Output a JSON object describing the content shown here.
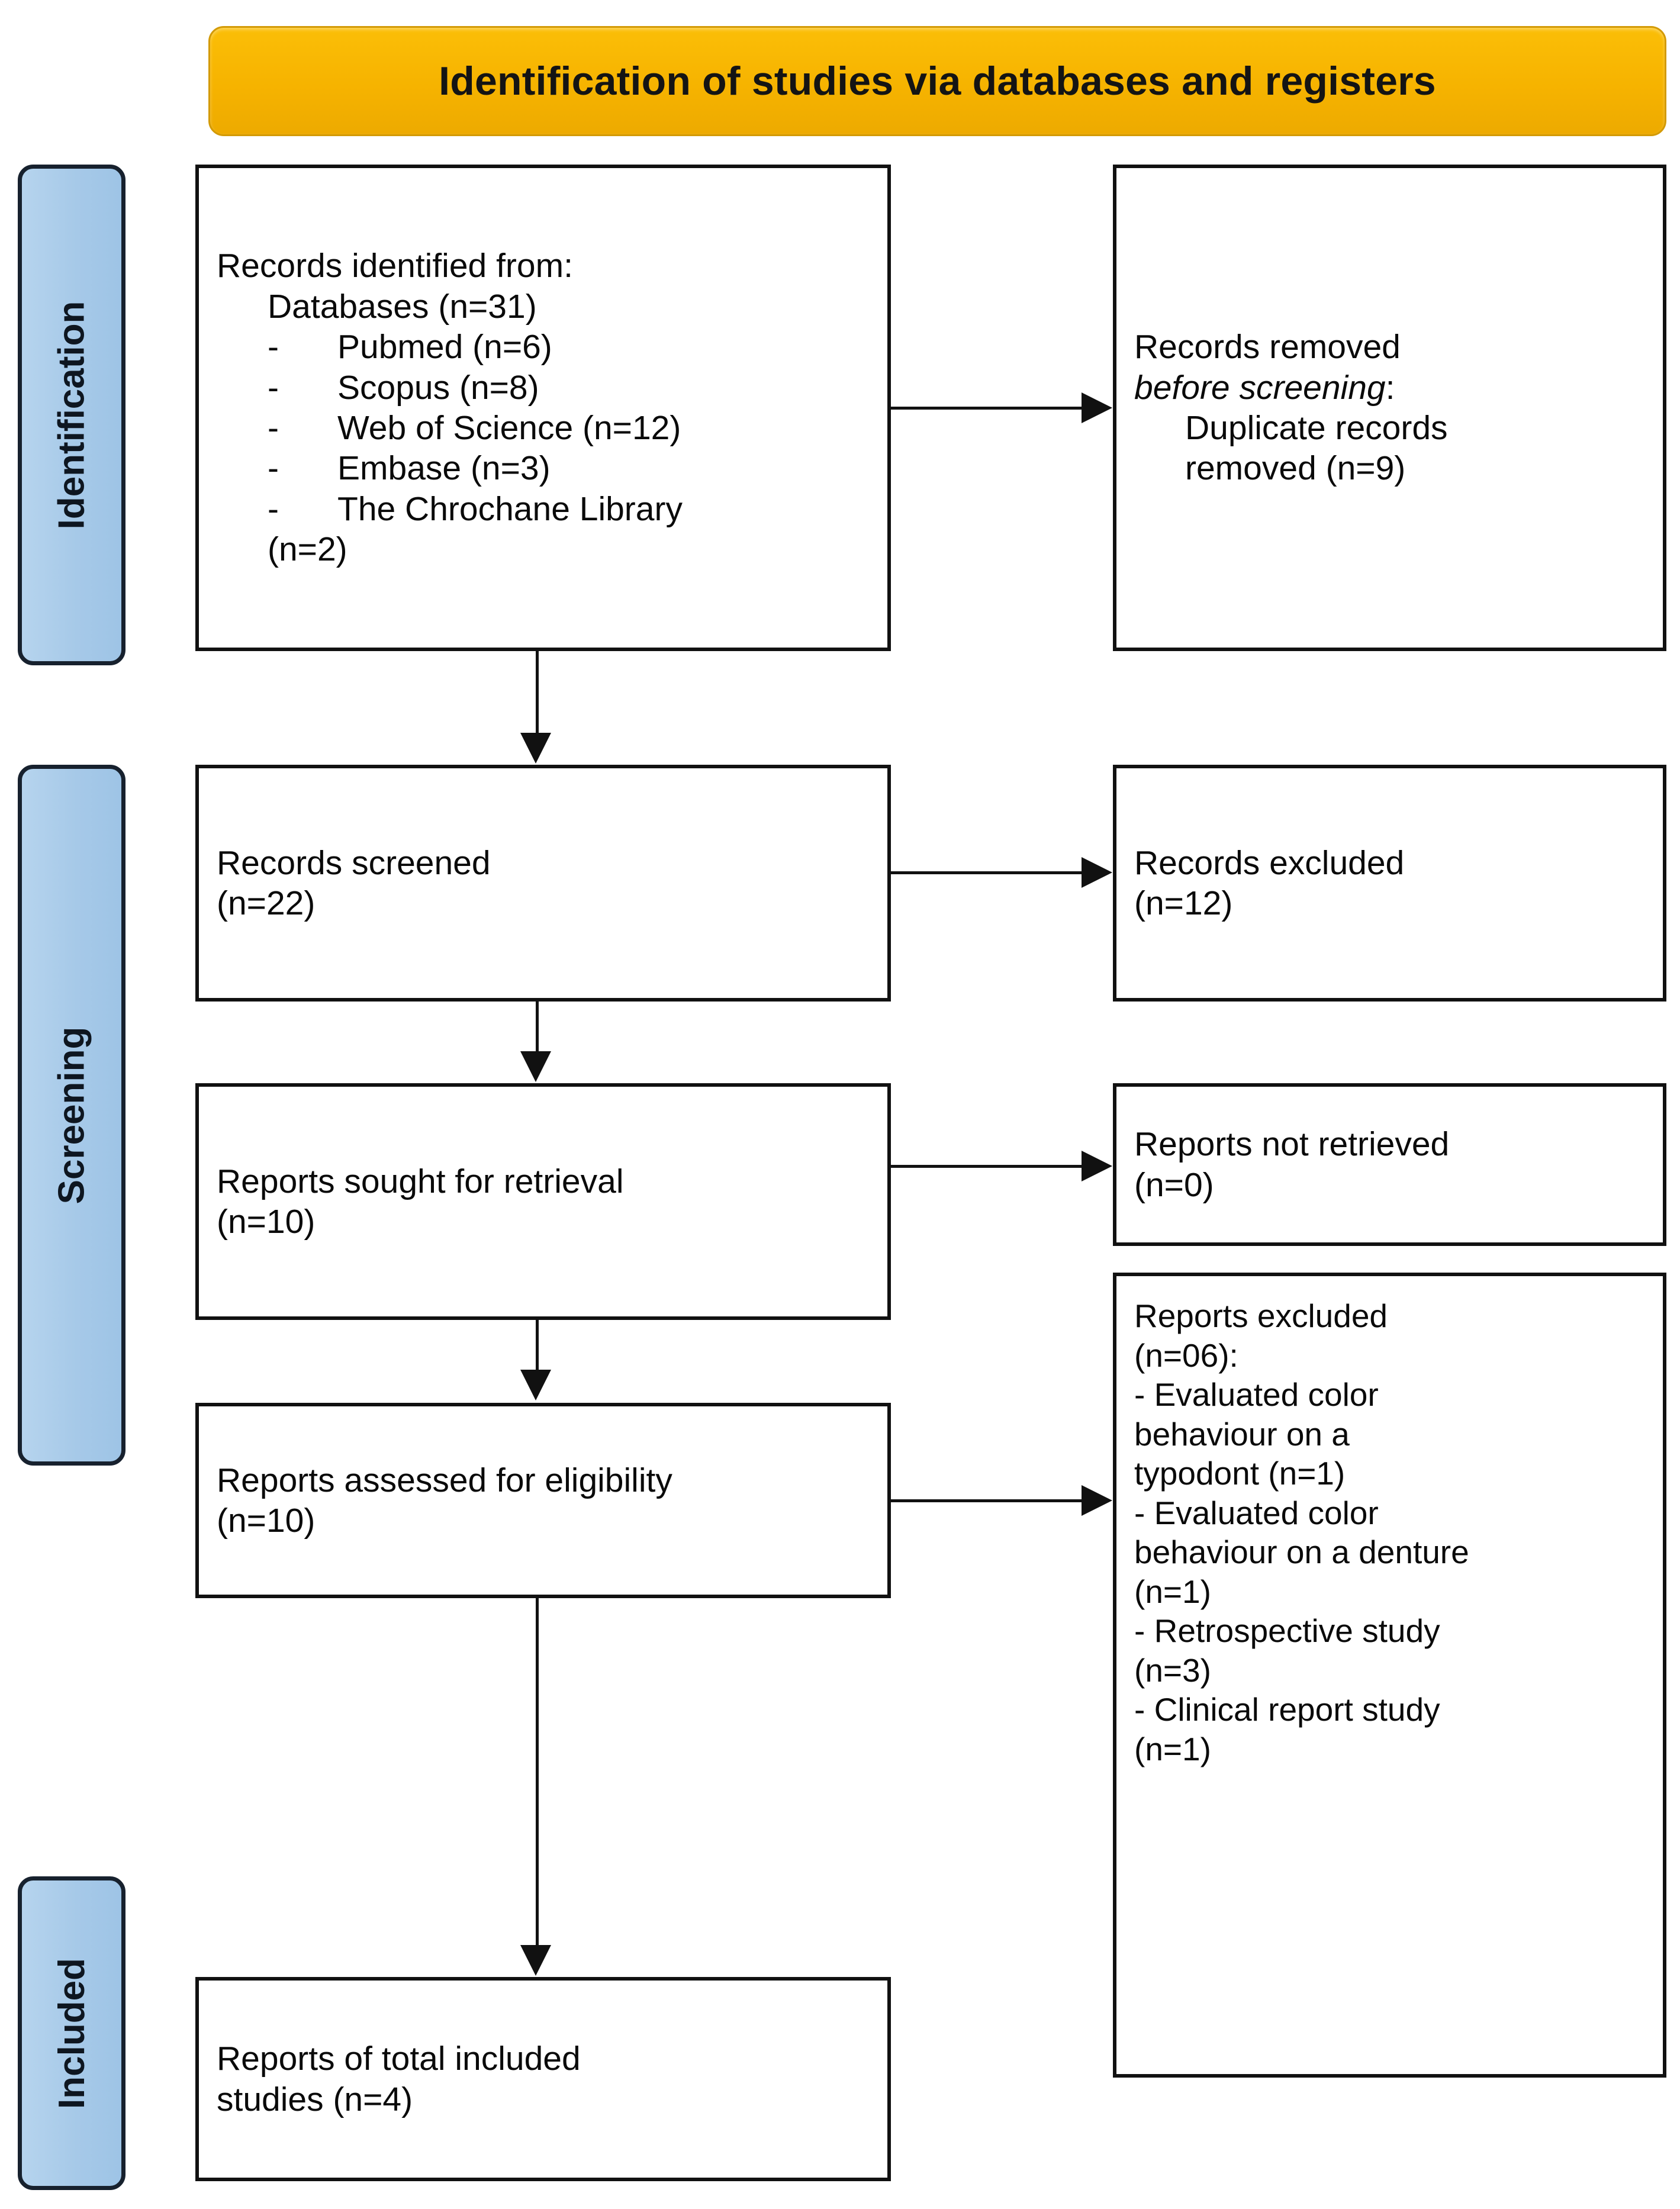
{
  "banner": {
    "title": "Identification of studies via databases and registers"
  },
  "phases": [
    {
      "id": "identification",
      "label": "Identification"
    },
    {
      "id": "screening",
      "label": "Screening"
    },
    {
      "id": "included",
      "label": "Included"
    }
  ],
  "boxes": {
    "identified": {
      "heading": "Records identified from:",
      "source_line": "Databases (n=31)",
      "sources": [
        {
          "dash": "-",
          "text": "Pubmed (n=6)"
        },
        {
          "dash": "-",
          "text": "Scopus (n=8)"
        },
        {
          "dash": "-",
          "text": "Web of Science (n=12)"
        },
        {
          "dash": "-",
          "text": "Embase (n=3)"
        },
        {
          "dash": "-",
          "text": "The Chrochane Library"
        }
      ],
      "sources_tail": "(n=2)"
    },
    "removed": {
      "line1": "Records removed",
      "line2_italic": "before screening",
      "line2_colon": ":",
      "line3": "Duplicate records",
      "line4": "removed (n=9)"
    },
    "screened": {
      "line1": "Records screened",
      "line2": "(n=22)"
    },
    "excluded": {
      "line1": "Records excluded",
      "line2": "(n=12)"
    },
    "sought": {
      "line1": "Reports sought for retrieval",
      "line2": "(n=10)"
    },
    "not_retrieved": {
      "line1": "Reports not retrieved",
      "line2": "(n=0)"
    },
    "assessed": {
      "line1": "Reports assessed for eligibility",
      "line2": "(n=10)"
    },
    "reports_excluded": {
      "heading": "Reports excluded",
      "count": "(n=06):",
      "reasons": [
        "- Evaluated color",
        "behaviour on a",
        "typodont (n=1)",
        "- Evaluated color",
        "behaviour on a denture",
        "(n=1)",
        "- Retrospective study",
        "(n=3)",
        "- Clinical report study",
        "(n=1)"
      ]
    },
    "included": {
      "line1": "Reports of total included",
      "line2": "studies (n=4)"
    }
  },
  "colors": {
    "banner_fill": "#F6B300",
    "banner_border": "#D39A05",
    "phase_fill": "#A6C9E8",
    "phase_border": "#17212E",
    "box_border": "#111111",
    "text": "#0A0A0A"
  }
}
